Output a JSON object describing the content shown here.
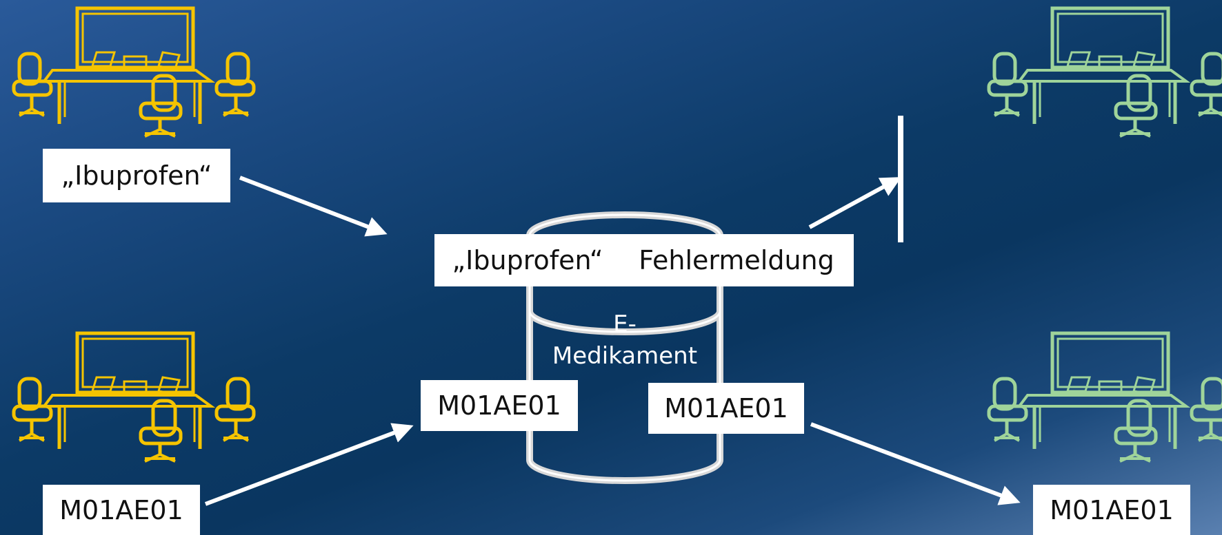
{
  "labels": {
    "sender_top": "„Ibuprofen“",
    "sender_bottom": "M01AE01",
    "db_incoming_top": "„Ibuprofen“",
    "db_outgoing_top": "Fehlermeldung",
    "db_incoming_bottom": "M01AE01",
    "db_outgoing_bottom": "M01AE01",
    "receiver_bottom": "M01AE01"
  },
  "database": {
    "line1": "E-",
    "line2": "Medikament"
  },
  "colors": {
    "sender_office": "#f5c400",
    "receiver_office": "#9fd49a",
    "arrow": "#ffffff",
    "database_outline": "#d8d8d8"
  },
  "icons": {
    "sender": "office-meeting-table-icon",
    "receiver": "office-meeting-table-icon",
    "database": "database-cylinder-icon",
    "blocked": "stop-bar-icon"
  }
}
